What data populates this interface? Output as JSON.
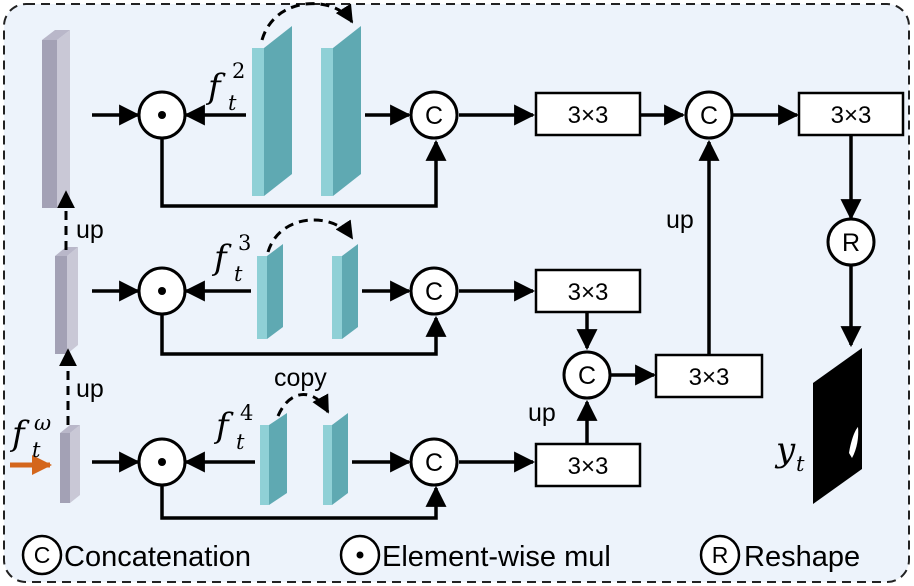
{
  "legend": {
    "concat_symbol": "C",
    "concat_label": "Concatenation",
    "mul_symbol": "•",
    "mul_label": "Element-wise mul",
    "reshape_symbol": "R",
    "reshape_label": "Reshape"
  },
  "nodes": {
    "concat_symbol": "C",
    "mul_symbol": "•",
    "reshape_symbol": "R",
    "conv_label": "3×3"
  },
  "labels": {
    "up": "up",
    "copy": "copy"
  },
  "features": {
    "f_base": "f",
    "f_sub": "t",
    "f2_sup": "2",
    "f3_sup": "3",
    "f4_sup": "4",
    "fw_sup": "ω",
    "y_base": "y",
    "y_sub": "t"
  },
  "colors": {
    "background": "#edf3fb",
    "teal_front": "#5fa9b2",
    "teal_side": "#8fd0d6",
    "gray_front": "#a3a1b5",
    "gray_side": "#c9c8d6",
    "orange_arrow": "#d4661c",
    "stroke": "#000000"
  }
}
